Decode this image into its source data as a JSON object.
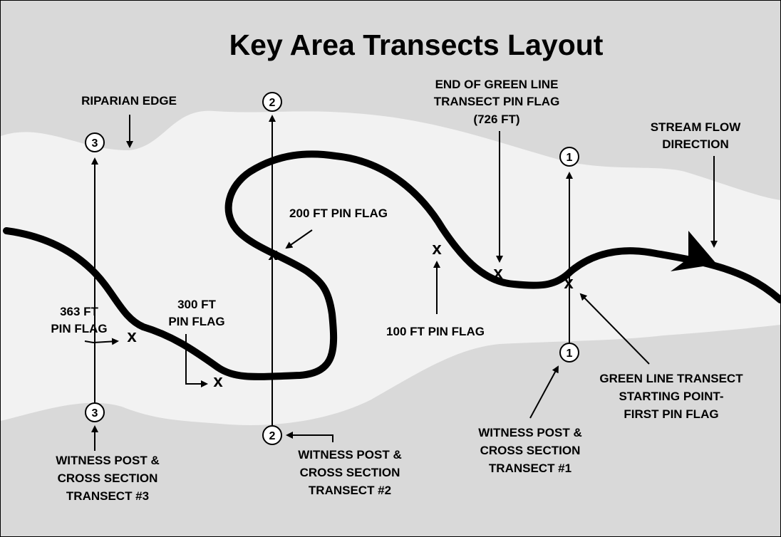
{
  "title": "Key Area Transects Layout",
  "colors": {
    "upland": "#d9d9d9",
    "riparian": "#f2f2f2",
    "stream": "#000000",
    "marker_fill": "#ffffff"
  },
  "labels": {
    "riparian_edge": "RIPARIAN EDGE",
    "end_green_line": [
      "END OF GREEN LINE",
      "TRANSECT PIN FLAG",
      "(726 FT)"
    ],
    "stream_flow": [
      "STREAM FLOW",
      "DIRECTION"
    ],
    "pin_200": "200 FT PIN FLAG",
    "pin_100": "100 FT PIN FLAG",
    "pin_300": [
      "300 FT",
      "PIN FLAG"
    ],
    "pin_363": [
      "363 FT",
      "PIN FLAG"
    ],
    "green_line_start": [
      "GREEN LINE TRANSECT",
      "STARTING POINT-",
      "FIRST PIN FLAG"
    ],
    "witness_1": [
      "WITNESS POST &",
      "CROSS SECTION",
      "TRANSECT #1"
    ],
    "witness_2": [
      "WITNESS POST &",
      "CROSS SECTION",
      "TRANSECT #2"
    ],
    "witness_3": [
      "WITNESS POST &",
      "CROSS SECTION",
      "TRANSECT #3"
    ]
  },
  "transect_markers": {
    "t1": "1",
    "t2": "2",
    "t3": "3"
  },
  "pin_flag_mark": "x"
}
